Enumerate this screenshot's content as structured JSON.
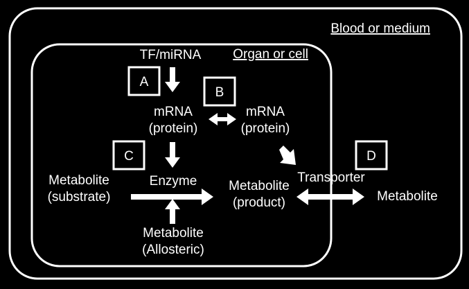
{
  "colors": {
    "background": "#000000",
    "foreground": "#ffffff"
  },
  "regions": {
    "outer_title": "Blood or medium",
    "inner_title": "Organ or cell"
  },
  "boxes": {
    "a": "A",
    "b": "B",
    "c": "C",
    "d": "D"
  },
  "nodes": {
    "tf_mirna": "TF/miRNA",
    "mrna_left_line1": "mRNA",
    "mrna_left_line2": "(protein)",
    "mrna_right_line1": "mRNA",
    "mrna_right_line2": "(protein)",
    "substrate_line1": "Metabolite",
    "substrate_line2": "(substrate)",
    "enzyme": "Enzyme",
    "product_line1": "Metabolite",
    "product_line2": "(product)",
    "allosteric_line1": "Metabolite",
    "allosteric_line2": "(Allosteric)",
    "transporter": "Transporter",
    "external_metabolite": "Metabolite"
  }
}
